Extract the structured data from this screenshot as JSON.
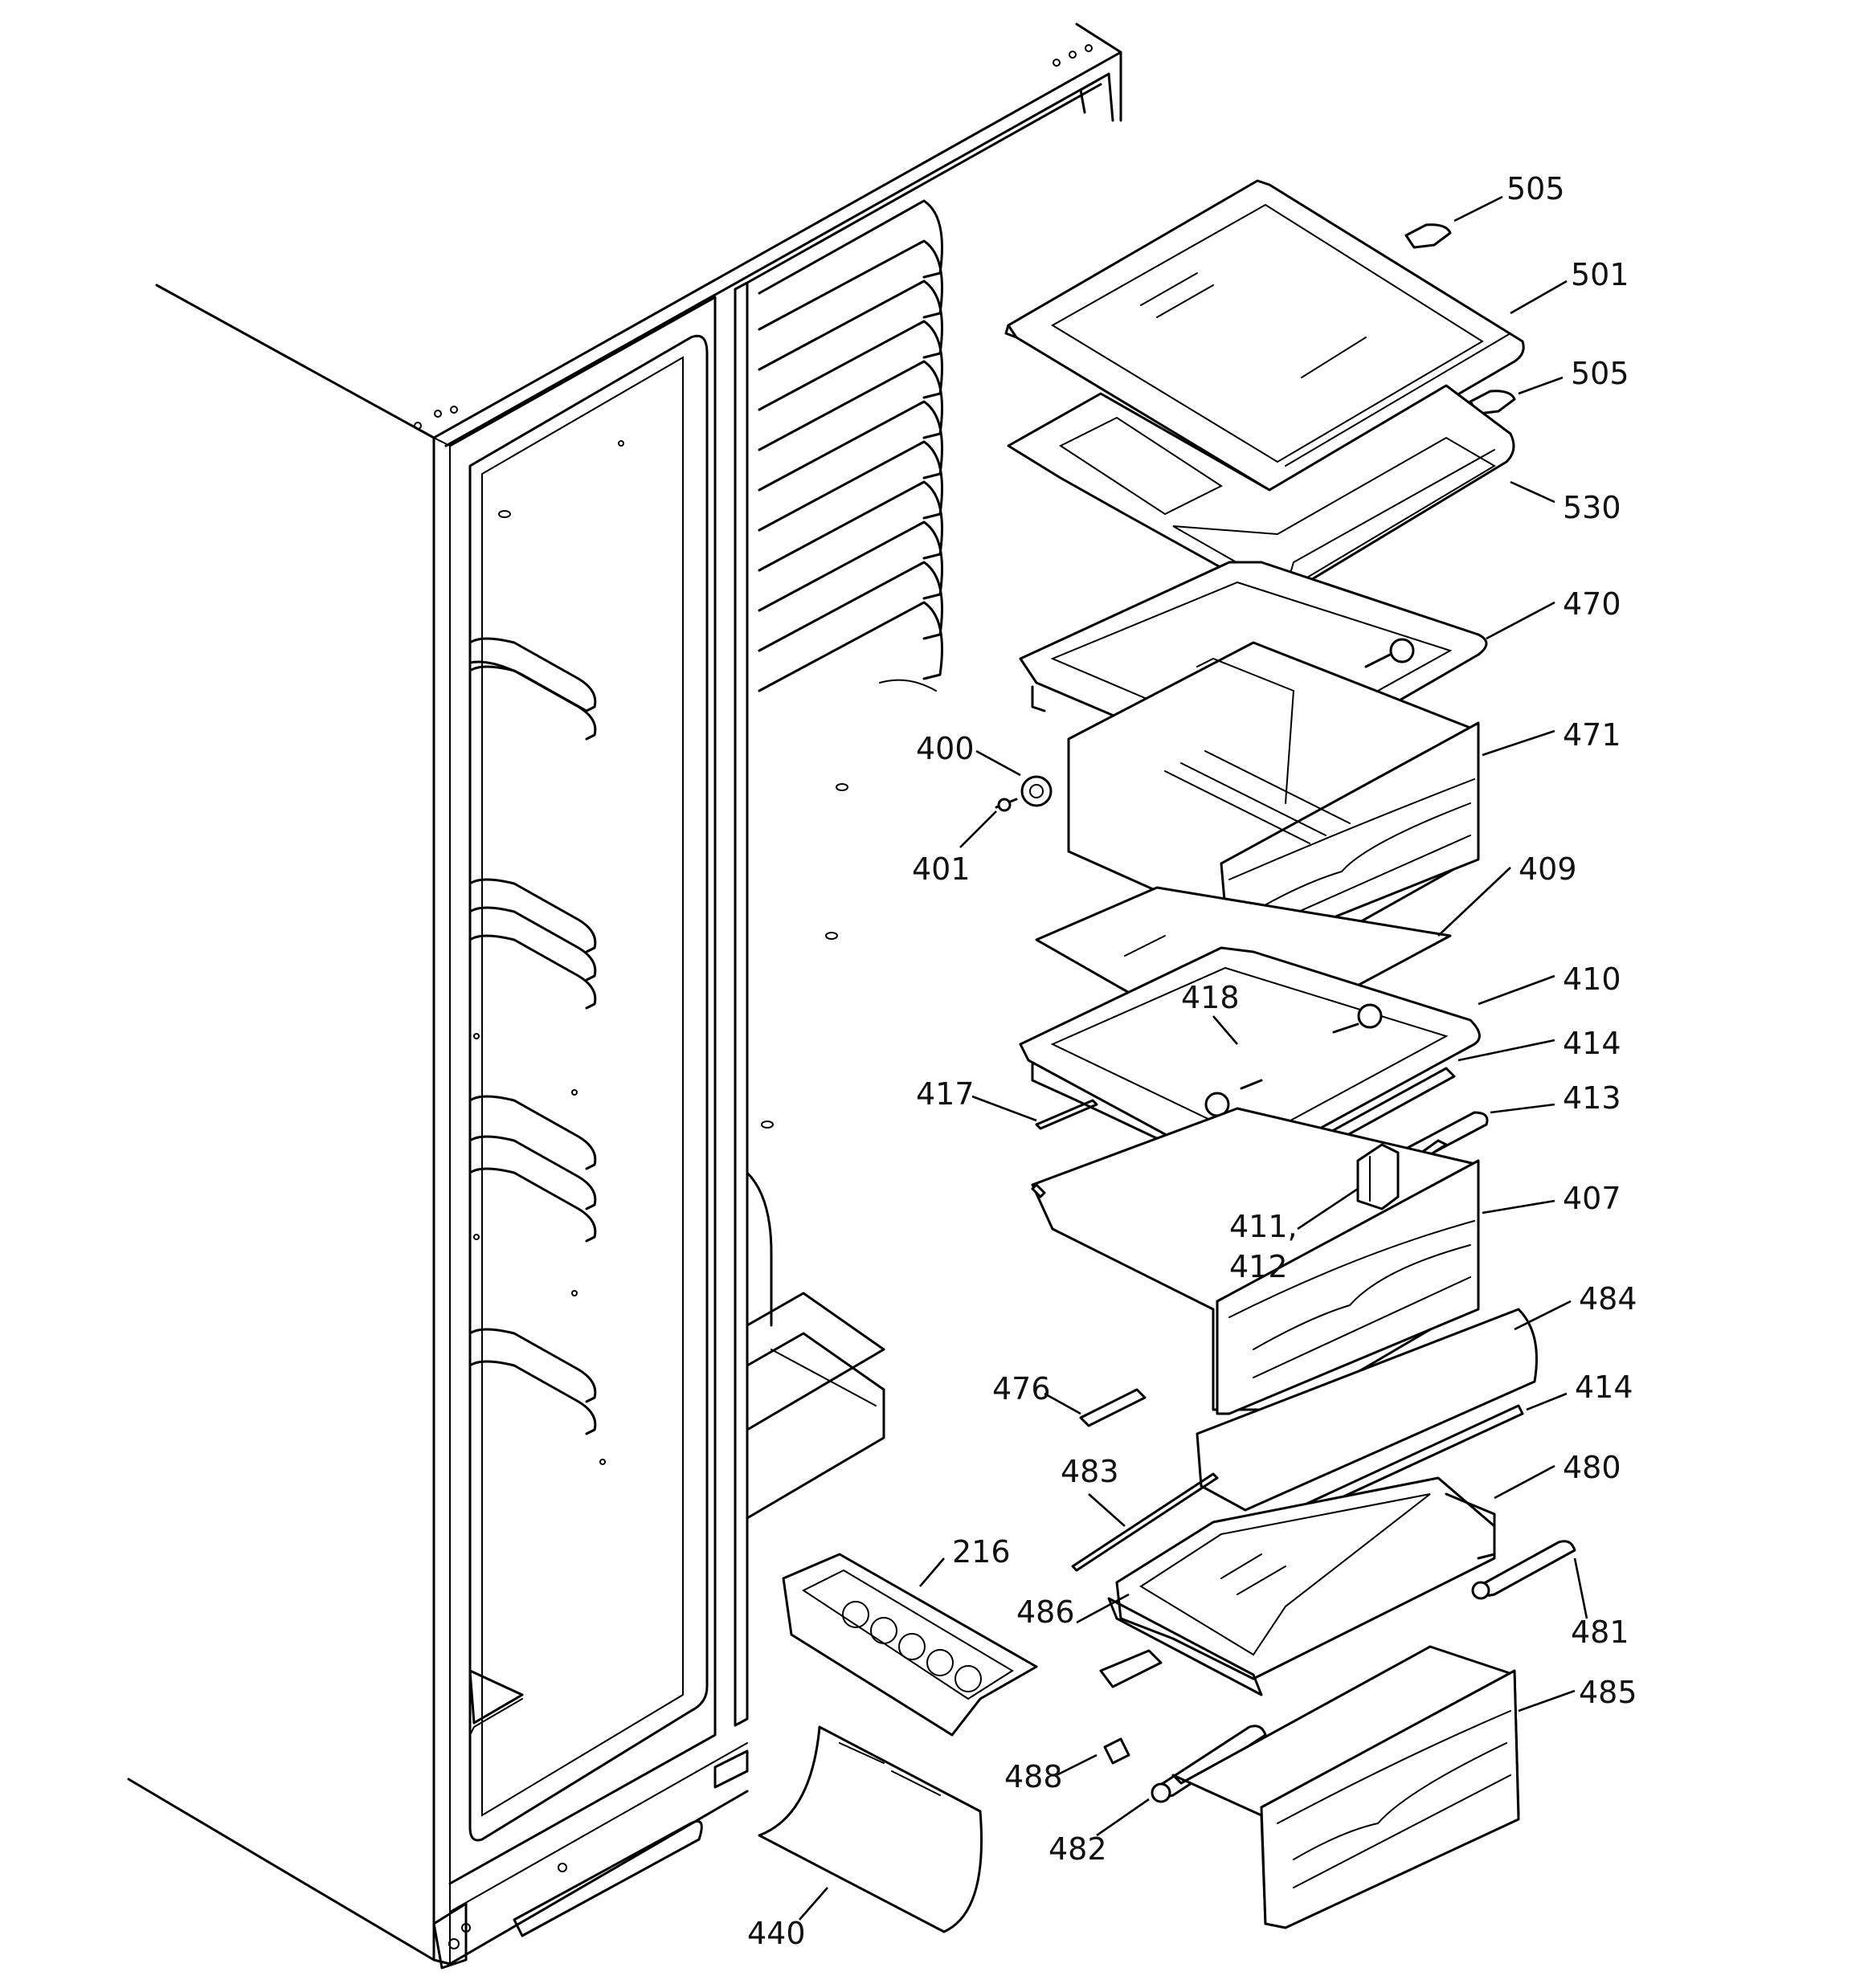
{
  "diagram": {
    "callouts": [
      {
        "id": "505a",
        "text": "505"
      },
      {
        "id": "501",
        "text": "501"
      },
      {
        "id": "505b",
        "text": "505"
      },
      {
        "id": "530",
        "text": "530"
      },
      {
        "id": "470",
        "text": "470"
      },
      {
        "id": "400",
        "text": "400"
      },
      {
        "id": "471",
        "text": "471"
      },
      {
        "id": "401",
        "text": "401"
      },
      {
        "id": "409",
        "text": "409"
      },
      {
        "id": "418",
        "text": "418"
      },
      {
        "id": "410",
        "text": "410"
      },
      {
        "id": "414a",
        "text": "414"
      },
      {
        "id": "417",
        "text": "417"
      },
      {
        "id": "413",
        "text": "413"
      },
      {
        "id": "407",
        "text": "407"
      },
      {
        "id": "411",
        "text": "411,"
      },
      {
        "id": "412",
        "text": "412"
      },
      {
        "id": "484",
        "text": "484"
      },
      {
        "id": "476",
        "text": "476"
      },
      {
        "id": "414b",
        "text": "414"
      },
      {
        "id": "483",
        "text": "483"
      },
      {
        "id": "480",
        "text": "480"
      },
      {
        "id": "216",
        "text": "216"
      },
      {
        "id": "486",
        "text": "486"
      },
      {
        "id": "481",
        "text": "481"
      },
      {
        "id": "485",
        "text": "485"
      },
      {
        "id": "488",
        "text": "488"
      },
      {
        "id": "482",
        "text": "482"
      },
      {
        "id": "440",
        "text": "440"
      }
    ]
  }
}
